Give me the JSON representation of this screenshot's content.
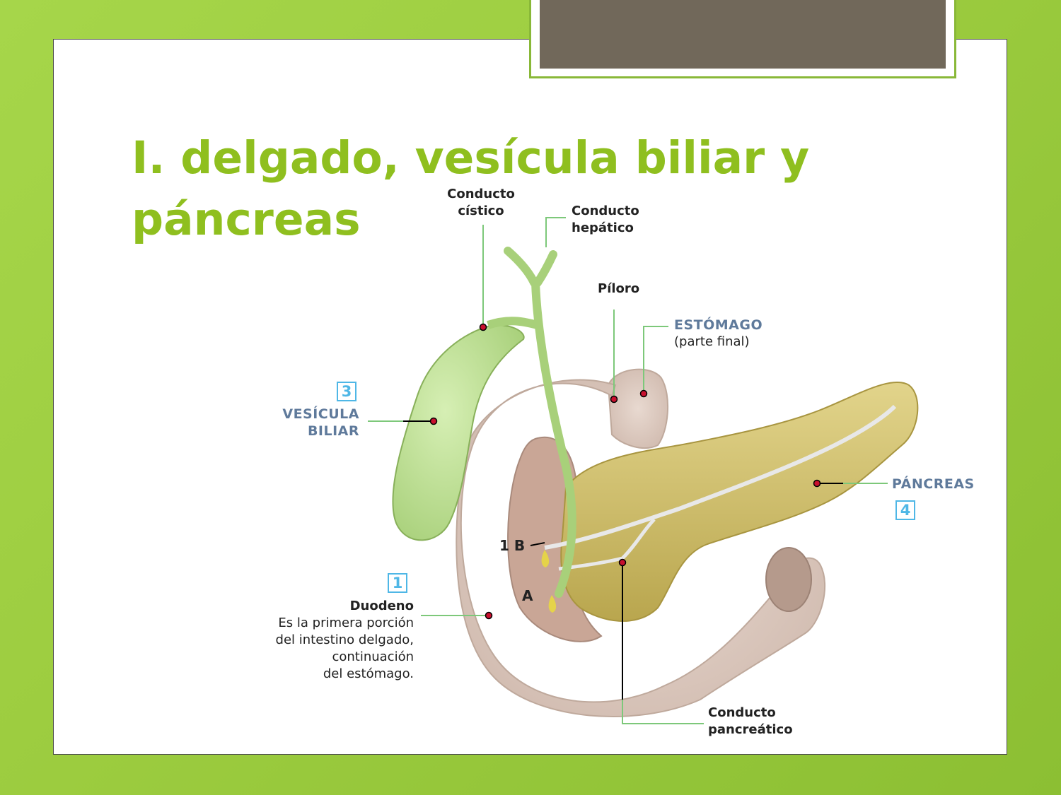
{
  "slide": {
    "title": "I. delgado, vesícula biliar y páncreas"
  },
  "diagram": {
    "labels": {
      "conducto_cistico": [
        "Conducto",
        "cístico"
      ],
      "conducto_hepatico": [
        "Conducto",
        "hepático"
      ],
      "piloro": "Píloro",
      "estomago": "ESTÓMAGO",
      "estomago_note": "(parte final)",
      "vesicula_number": "3",
      "vesicula": [
        "VESÍCULA",
        "BILIAR"
      ],
      "pancreas": "PÁNCREAS",
      "pancreas_number": "4",
      "duodeno_number": "1",
      "duodeno": "Duodeno",
      "duodeno_desc": [
        "Es la primera porción",
        "del intestino delgado,",
        "continuación",
        "del estómago."
      ],
      "marker_1b": "1 B",
      "marker_a": "A",
      "conducto_pancreatico": [
        "Conducto",
        "pancreático"
      ]
    }
  },
  "colors": {
    "background_green": "#9ccc3f",
    "title_green": "#8fbf1f",
    "header_bar": "#71685a",
    "callout_line": "#7dc87a",
    "number_box_blue": "#4fb7e6",
    "label_blue": "#5f7a9b",
    "gallbladder": "#b8dc8a",
    "duodenum": "#d9c6bd",
    "pancreas": "#cfc070"
  }
}
